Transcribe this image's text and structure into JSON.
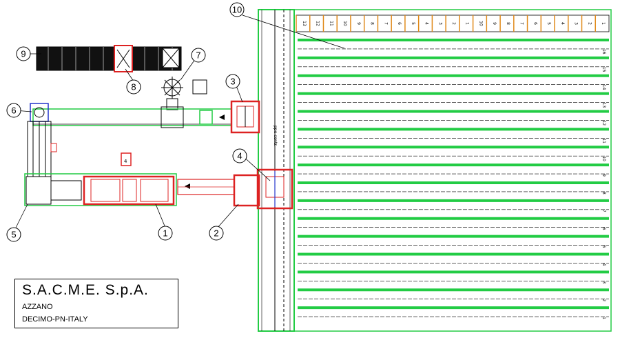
{
  "title_block": {
    "company": "S.A.C.M.E.  S.p.A.",
    "city": "AZZANO",
    "region": "DECIMO-PN-ITALY"
  },
  "callouts": [
    "10",
    "9",
    "8",
    "7",
    "6",
    "3",
    "4",
    "5",
    "1",
    "2"
  ],
  "top_labels": [
    "13",
    "12",
    "11",
    "10",
    "9",
    "8",
    "7",
    "6",
    "5",
    "4",
    "3",
    "2",
    "1",
    "10",
    "9",
    "8",
    "7",
    "6",
    "5",
    "4",
    "3",
    "2",
    "1"
  ],
  "lane_numbers": [
    "16",
    "15",
    "14",
    "13",
    "12",
    "11",
    "10",
    "9",
    "8",
    "7",
    "6",
    "5",
    "4",
    "3",
    "2",
    "1"
  ],
  "conveyor_label": "ppo contr.",
  "small_box_label": "4",
  "colors": {
    "green": "#22cc44",
    "red": "#dd2222",
    "black": "#000000",
    "orange": "#e08a1a",
    "blue": "#2233cc"
  }
}
